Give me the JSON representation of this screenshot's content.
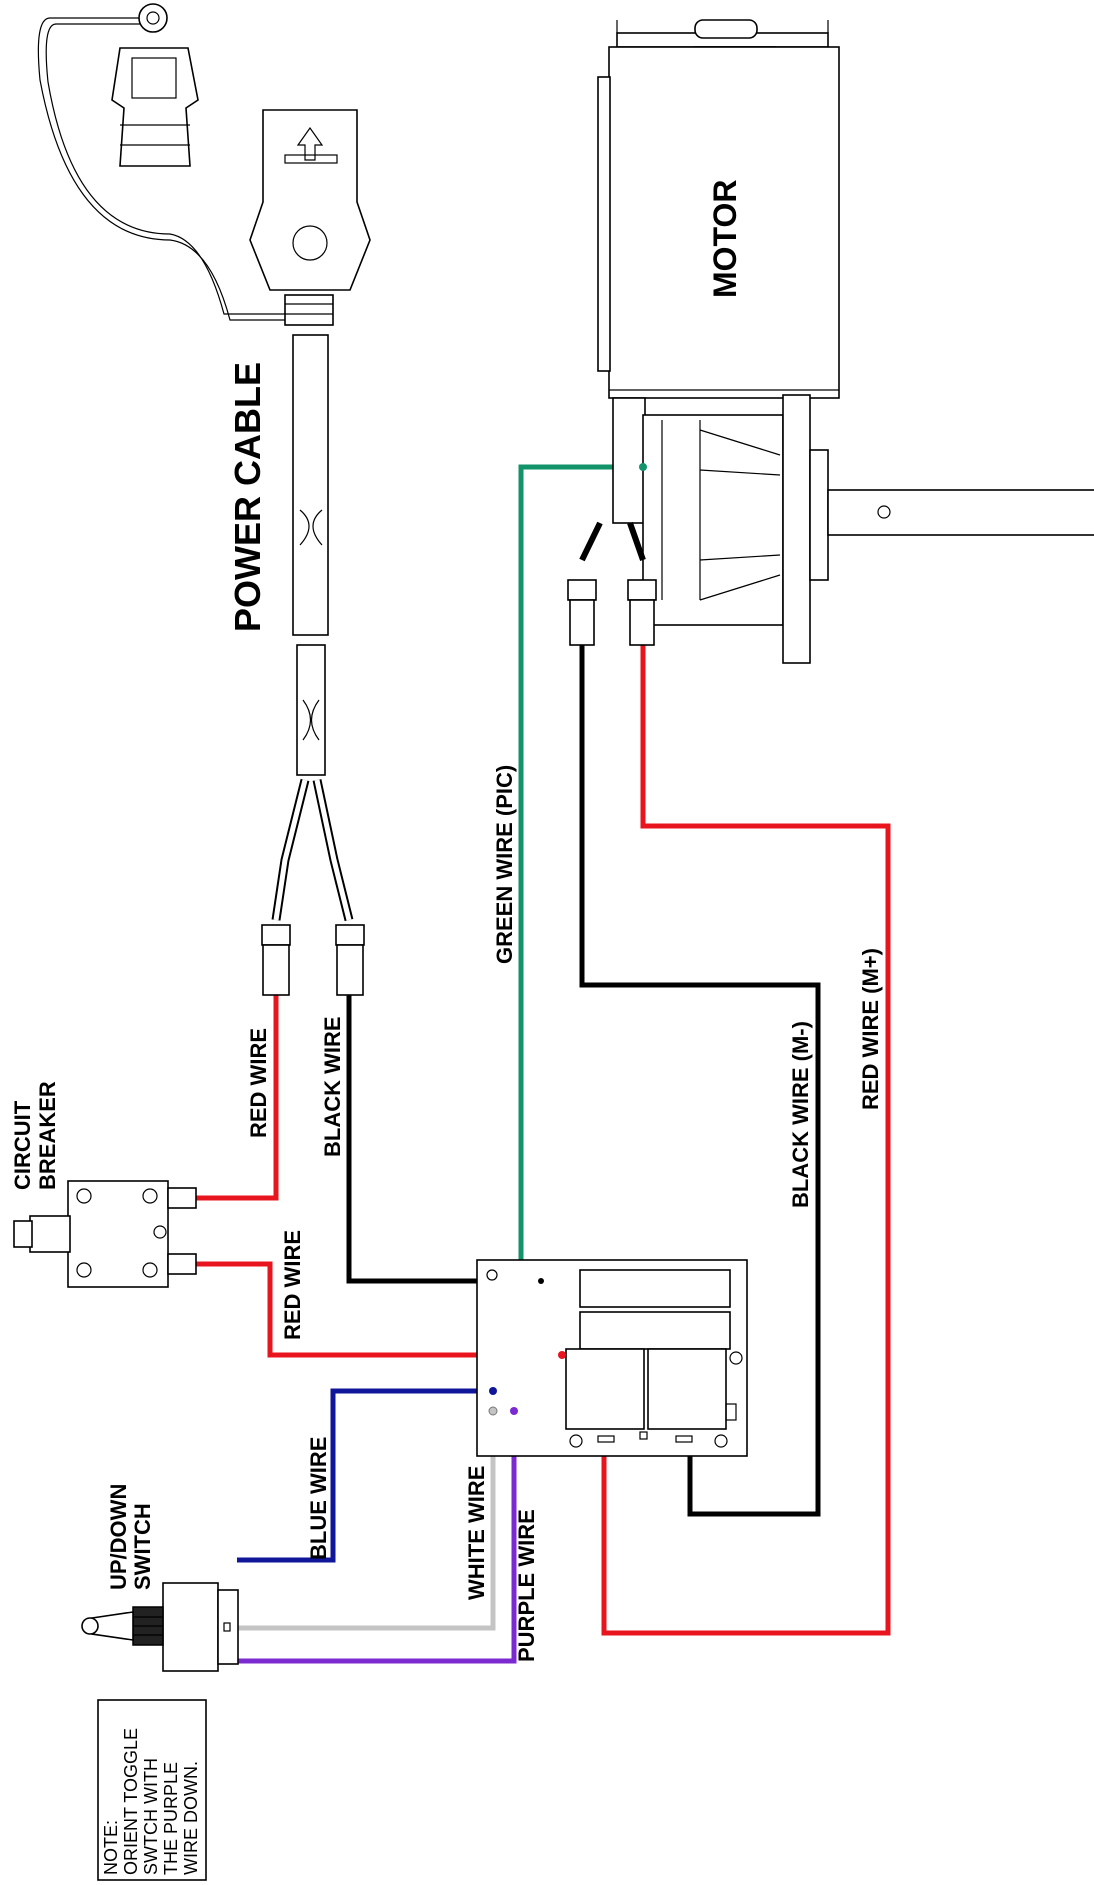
{
  "labels": {
    "motor": "MOTOR",
    "power_cable": "POWER CABLE",
    "circuit_breaker_line1": "CIRCUIT",
    "circuit_breaker_line2": "BREAKER",
    "updown_switch_line1": "UP/DOWN",
    "updown_switch_line2": "SWITCH",
    "red_wire_1": "RED WIRE",
    "black_wire": "BLACK WIRE",
    "red_wire_2": "RED WIRE",
    "green_wire": "GREEN WIRE (PIC)",
    "black_wire_m": "BLACK WIRE (M-)",
    "red_wire_m": "RED WIRE (M+)",
    "blue_wire": "BLUE WIRE",
    "white_wire": "WHITE WIRE",
    "purple_wire": "PURPLE WIRE"
  },
  "note": {
    "lines": [
      "NOTE:",
      "ORIENT TOGGLE",
      "SWTCH WITH",
      "THE PURPLE",
      "WIRE DOWN."
    ]
  },
  "colors": {
    "red": "#e8141e",
    "black": "#000000",
    "green": "#12936a",
    "blue": "#10169a",
    "white": "#c4c4c4",
    "purple": "#7a2ad0"
  }
}
